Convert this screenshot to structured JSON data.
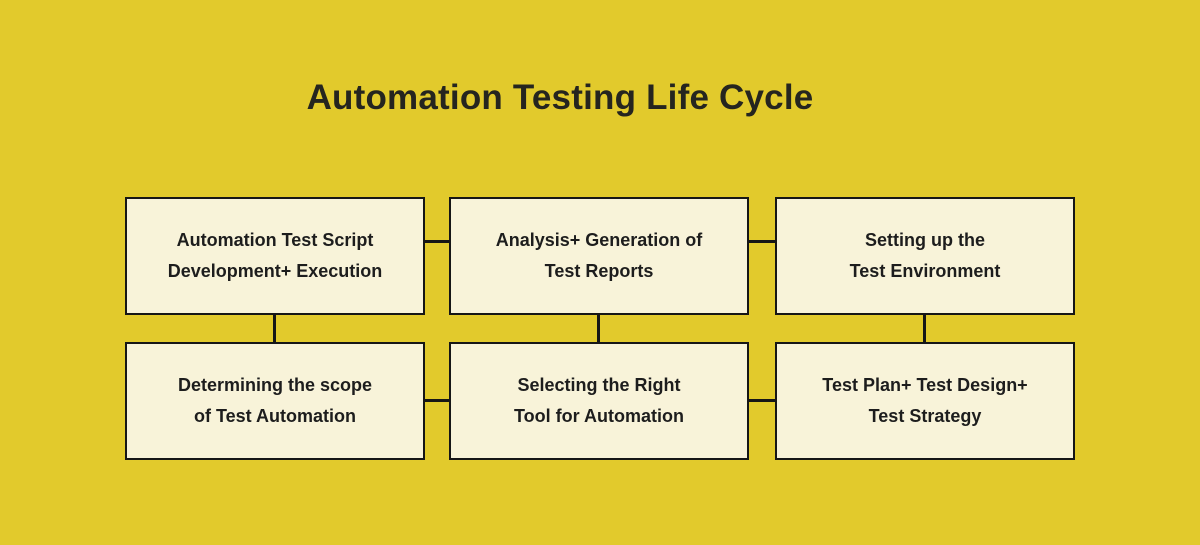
{
  "title": "Automation Testing Life Cycle",
  "colors": {
    "background": "#e2ca2c",
    "box_fill": "#f8f3d9",
    "line": "#161616",
    "text": "#1d1d1d"
  },
  "boxes": [
    {
      "name": "automation-test-script-development-execution",
      "line1": "Automation Test Script",
      "line2": "Development+ Execution"
    },
    {
      "name": "analysis-generation-of-test-reports",
      "line1": "Analysis+ Generation of",
      "line2": "Test Reports"
    },
    {
      "name": "setting-up-the-test-environment",
      "line1": "Setting up the",
      "line2": "Test Environment"
    },
    {
      "name": "determining-the-scope-of-test-automation",
      "line1": "Determining the scope",
      "line2": "of Test Automation"
    },
    {
      "name": "selecting-the-right-tool-for-automation",
      "line1": "Selecting the Right",
      "line2": "Tool for Automation"
    },
    {
      "name": "test-plan-test-design-test-strategy",
      "line1": "Test Plan+ Test Design+",
      "line2": "Test Strategy"
    }
  ],
  "connections": [
    {
      "type": "horizontal",
      "between": [
        "Automation Test Script Development+ Execution",
        "Analysis+ Generation of Test Reports"
      ]
    },
    {
      "type": "horizontal",
      "between": [
        "Analysis+ Generation of Test Reports",
        "Setting up the Test Environment"
      ]
    },
    {
      "type": "vertical",
      "between": [
        "Automation Test Script Development+ Execution",
        "Determining the scope of Test Automation"
      ]
    },
    {
      "type": "vertical",
      "between": [
        "Analysis+ Generation of Test Reports",
        "Selecting the Right Tool for Automation"
      ]
    },
    {
      "type": "vertical",
      "between": [
        "Setting up the Test Environment",
        "Test Plan+ Test Design+ Test Strategy"
      ]
    },
    {
      "type": "horizontal",
      "between": [
        "Determining the scope of Test Automation",
        "Selecting the Right Tool for Automation"
      ]
    },
    {
      "type": "horizontal",
      "between": [
        "Selecting the Right Tool for Automation",
        "Test Plan+ Test Design+ Test Strategy"
      ]
    }
  ]
}
